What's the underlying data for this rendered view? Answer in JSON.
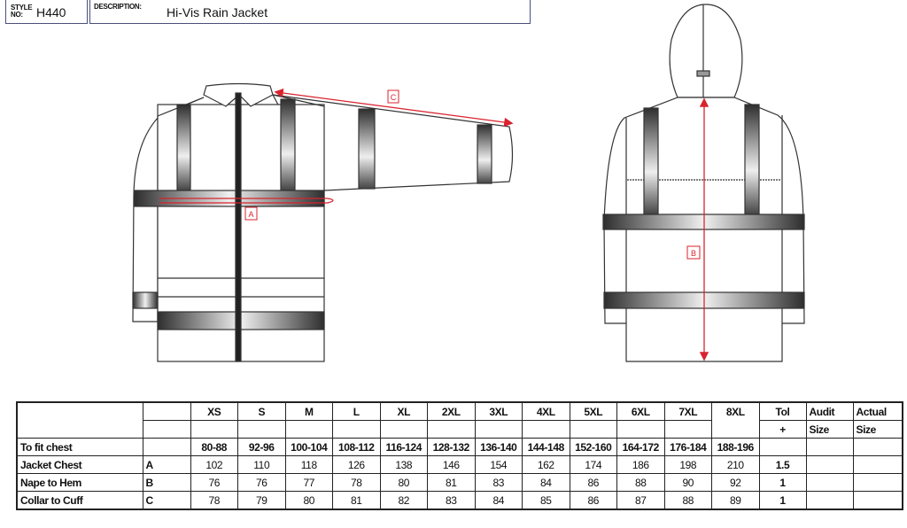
{
  "header": {
    "style_label_1": "STYLE",
    "style_label_2": "NO:",
    "style_no": "H440",
    "description_label": "DESCRIPTION:",
    "description": "Hi-Vis Rain Jacket"
  },
  "diagram_labels": {
    "a": "A",
    "b": "B",
    "c": "C"
  },
  "colors": {
    "measure": "#d9232e",
    "outline": "#333333",
    "border": "#4a4f7a"
  },
  "table": {
    "sizes": [
      "XS",
      "S",
      "M",
      "L",
      "XL",
      "2XL",
      "3XL",
      "4XL",
      "5XL",
      "6XL",
      "7XL",
      "8XL"
    ],
    "tol_header": [
      "Tol",
      "+"
    ],
    "audit_header": [
      "Audit",
      "Size"
    ],
    "actual_header": [
      "Actual",
      "Size"
    ],
    "rows": [
      {
        "label": "To fit chest",
        "code": "",
        "values": [
          "80-88",
          "92-96",
          "100-104",
          "108-112",
          "116-124",
          "128-132",
          "136-140",
          "144-148",
          "152-160",
          "164-172",
          "176-184",
          "188-196"
        ],
        "tol": ""
      },
      {
        "label": "Jacket Chest",
        "code": "A",
        "values": [
          "102",
          "110",
          "118",
          "126",
          "138",
          "146",
          "154",
          "162",
          "174",
          "186",
          "198",
          "210"
        ],
        "tol": "1.5"
      },
      {
        "label": "Nape to Hem",
        "code": "B",
        "values": [
          "76",
          "76",
          "77",
          "78",
          "80",
          "81",
          "83",
          "84",
          "86",
          "88",
          "90",
          "92"
        ],
        "tol": "1"
      },
      {
        "label": "Collar to Cuff",
        "code": "C",
        "values": [
          "78",
          "79",
          "80",
          "81",
          "82",
          "83",
          "84",
          "85",
          "86",
          "87",
          "88",
          "89"
        ],
        "tol": "1"
      }
    ]
  }
}
